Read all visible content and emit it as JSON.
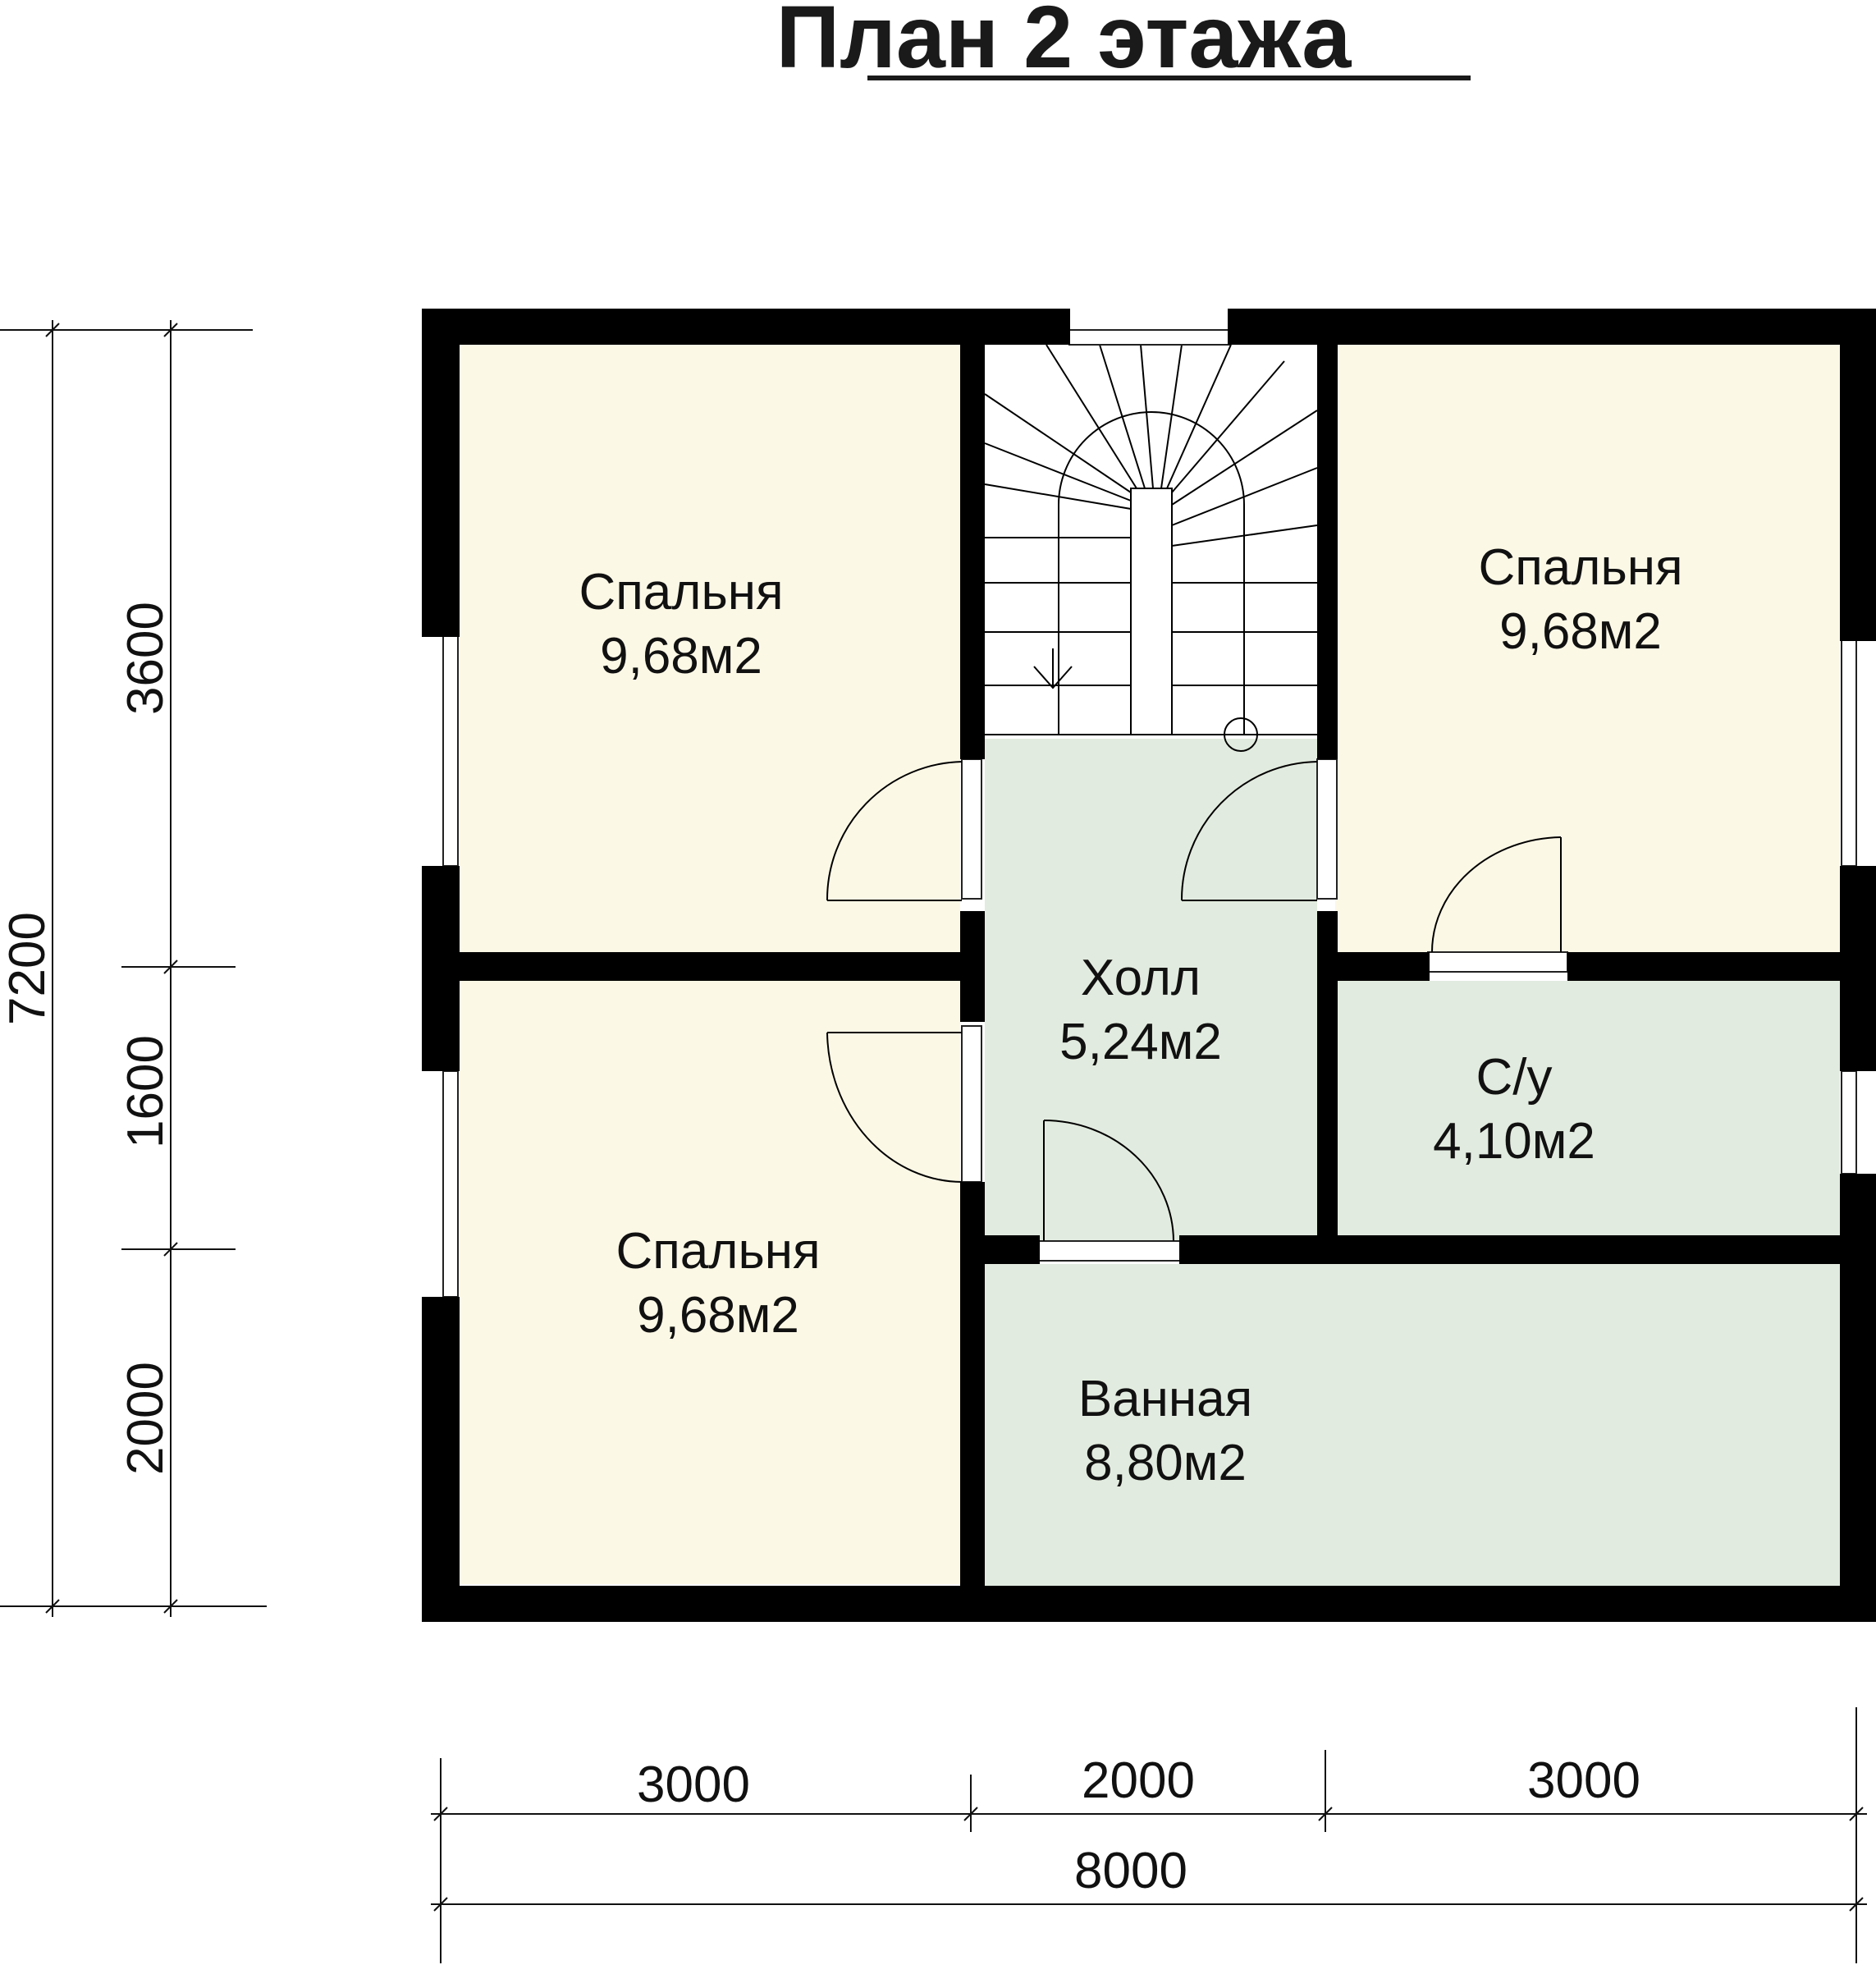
{
  "title": "План 2 этажа",
  "colors": {
    "bedroom_fill": "#fcf8e6",
    "wet_fill": "#e2ebdf",
    "wall": "#000000"
  },
  "rooms": {
    "bedroom_top_left": {
      "name": "Спальня",
      "area": "9,68м2"
    },
    "bedroom_top_right": {
      "name": "Спальня",
      "area": "9,68м2"
    },
    "bedroom_bottom_left": {
      "name": "Спальня",
      "area": "9,68м2"
    },
    "hall": {
      "name": "Холл",
      "area": "5,24м2"
    },
    "wc": {
      "name": "С/у",
      "area": "4,10м2"
    },
    "bathroom": {
      "name": "Ванная",
      "area": "8,80м2"
    }
  },
  "dimensions": {
    "left_total": "7200",
    "left_segments": [
      "3600",
      "1600",
      "2000"
    ],
    "bottom_segments": [
      "3000",
      "2000",
      "3000"
    ],
    "bottom_total": "8000"
  }
}
